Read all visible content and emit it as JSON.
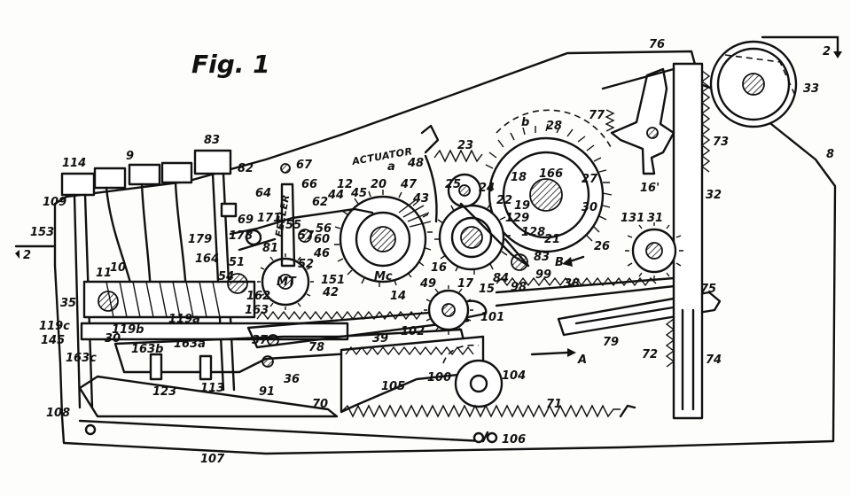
{
  "figure": {
    "title": "Fig. 1",
    "words": {
      "actuator": "ACTUATOR",
      "feeler": "FEELER",
      "mt": "MT",
      "mc": "Mc"
    },
    "section_markers": {
      "left": "2",
      "right": "2"
    },
    "labels": {
      "n114": "114",
      "n9": "9",
      "n83a": "83",
      "n82": "82",
      "n67": "67",
      "n66": "66",
      "n64": "64",
      "n62": "62",
      "n12": "12",
      "na": "a",
      "n48": "48",
      "n23": "23",
      "n25": "25",
      "n24": "24",
      "nb": "b",
      "n28": "28",
      "n166": "166",
      "n27": "27",
      "n18": "18",
      "n22": "22",
      "n19": "19",
      "n129": "129",
      "n30": "30",
      "n128": "128",
      "n21": "21",
      "n26": "26",
      "nB": "B",
      "n131": "131",
      "n31": "31",
      "n76": "76",
      "n77": "77",
      "n16p": "16'",
      "n73": "73",
      "n32": "32",
      "n33": "33",
      "n8": "8",
      "n109": "109",
      "n153": "153",
      "n11": "11",
      "n10": "10",
      "n164": "164",
      "n54": "54",
      "n35": "35",
      "n119c": "119c",
      "n119b": "119b",
      "n119a": "119a",
      "n145": "145",
      "n30b": "30",
      "n163b": "163b",
      "n163c": "163c",
      "n163a": "163a",
      "n162": "162",
      "n163": "163",
      "n151": "151",
      "n37": "37",
      "n123": "123",
      "n113": "113",
      "n91": "91",
      "n36": "36",
      "n78": "78",
      "n70": "70",
      "n69": "69",
      "n171": "171",
      "n81": "81",
      "n178": "178",
      "n179": "179",
      "n51": "51",
      "n52": "52",
      "n55": "55",
      "n57": "57",
      "n56": "56",
      "n60": "60",
      "n46": "46",
      "n44": "44",
      "n45": "45",
      "n20": "20",
      "n47": "47",
      "n43": "43",
      "n14": "14",
      "n42": "42",
      "n49": "49",
      "n16": "16",
      "n17": "17",
      "n15": "15",
      "n84": "84",
      "n98": "98",
      "n99": "99",
      "n83b": "83",
      "n38": "38",
      "n101": "101",
      "n102": "102",
      "n39": "39",
      "n105": "105",
      "n100": "100",
      "n104": "104",
      "nA": "A",
      "n79": "79",
      "n75": "75",
      "n72": "72",
      "n74": "74",
      "n71": "71",
      "n106": "106",
      "n107": "107",
      "n108": "108"
    }
  }
}
